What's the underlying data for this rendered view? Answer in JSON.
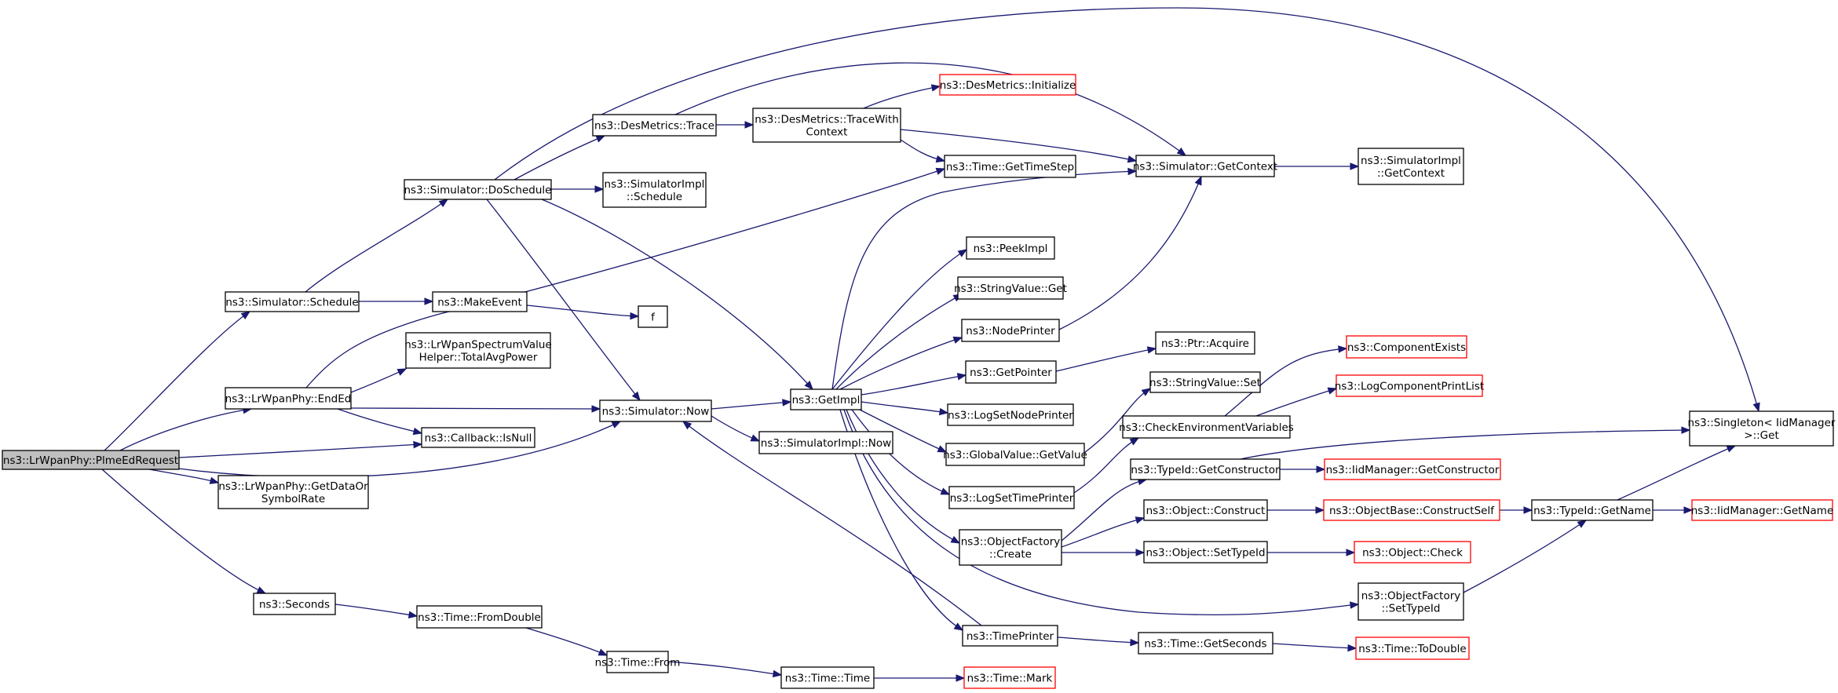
{
  "nodes": [
    {
      "id": "root",
      "label": [
        "ns3::LrWpanPhy::PlmeEdRequest"
      ],
      "style": "root"
    },
    {
      "id": "schedule",
      "label": [
        "ns3::Simulator::Schedule"
      ]
    },
    {
      "id": "ended",
      "label": [
        "ns3::LrWpanPhy::EndEd"
      ]
    },
    {
      "id": "getdata",
      "label": [
        "ns3::LrWpanPhy::GetDataOr",
        "SymbolRate"
      ]
    },
    {
      "id": "seconds",
      "label": [
        "ns3::Seconds"
      ]
    },
    {
      "id": "doschedule",
      "label": [
        "ns3::Simulator::DoSchedule"
      ]
    },
    {
      "id": "makeevent",
      "label": [
        "ns3::MakeEvent"
      ]
    },
    {
      "id": "totalavg",
      "label": [
        "ns3::LrWpanSpectrumValue",
        "Helper::TotalAvgPower"
      ]
    },
    {
      "id": "isnull",
      "label": [
        "ns3::Callback::IsNull"
      ]
    },
    {
      "id": "now",
      "label": [
        "ns3::Simulator::Now"
      ]
    },
    {
      "id": "fromdouble",
      "label": [
        "ns3::Time::FromDouble"
      ]
    },
    {
      "id": "desmtrace",
      "label": [
        "ns3::DesMetrics::Trace"
      ]
    },
    {
      "id": "simimplsched",
      "label": [
        "ns3::SimulatorImpl",
        "::Schedule"
      ]
    },
    {
      "id": "f",
      "label": [
        "f"
      ]
    },
    {
      "id": "getimpl",
      "label": [
        "ns3::GetImpl"
      ]
    },
    {
      "id": "simimplnow",
      "label": [
        "ns3::SimulatorImpl::Now"
      ]
    },
    {
      "id": "timefrom",
      "label": [
        "ns3::Time::From"
      ]
    },
    {
      "id": "tracewith",
      "label": [
        "ns3::DesMetrics::TraceWith",
        "Context"
      ]
    },
    {
      "id": "desinit",
      "label": [
        "ns3::DesMetrics::Initialize"
      ],
      "style": "red"
    },
    {
      "id": "gettimestep",
      "label": [
        "ns3::Time::GetTimeStep"
      ]
    },
    {
      "id": "peekimpl",
      "label": [
        "ns3::PeekImpl"
      ]
    },
    {
      "id": "strvalget",
      "label": [
        "ns3::StringValue::Get"
      ]
    },
    {
      "id": "nodeprinter",
      "label": [
        "ns3::NodePrinter"
      ]
    },
    {
      "id": "getpointer",
      "label": [
        "ns3::GetPointer"
      ]
    },
    {
      "id": "logsetnode",
      "label": [
        "ns3::LogSetNodePrinter"
      ]
    },
    {
      "id": "globalget",
      "label": [
        "ns3::GlobalValue::GetValue"
      ]
    },
    {
      "id": "logsettime",
      "label": [
        "ns3::LogSetTimePrinter"
      ]
    },
    {
      "id": "objfactcreate",
      "label": [
        "ns3::ObjectFactory",
        "::Create"
      ]
    },
    {
      "id": "timeprinter",
      "label": [
        "ns3::TimePrinter"
      ]
    },
    {
      "id": "timetime",
      "label": [
        "ns3::Time::Time"
      ]
    },
    {
      "id": "getcontext",
      "label": [
        "ns3::Simulator::GetContext"
      ]
    },
    {
      "id": "ptracquire",
      "label": [
        "ns3::Ptr::Acquire"
      ]
    },
    {
      "id": "strvalset",
      "label": [
        "ns3::StringValue::Set"
      ]
    },
    {
      "id": "checkenv",
      "label": [
        "ns3::CheckEnvironmentVariables"
      ]
    },
    {
      "id": "typeidgetctor",
      "label": [
        "ns3::TypeId::GetConstructor"
      ]
    },
    {
      "id": "objconstruct",
      "label": [
        "ns3::Object::Construct"
      ]
    },
    {
      "id": "objsettypeid",
      "label": [
        "ns3::Object::SetTypeId"
      ]
    },
    {
      "id": "timegetsec",
      "label": [
        "ns3::Time::GetSeconds"
      ]
    },
    {
      "id": "timemark",
      "label": [
        "ns3::Time::Mark"
      ],
      "style": "red"
    },
    {
      "id": "simimplctx",
      "label": [
        "ns3::SimulatorImpl",
        "::GetContext"
      ]
    },
    {
      "id": "compexists",
      "label": [
        "ns3::ComponentExists"
      ],
      "style": "red"
    },
    {
      "id": "logcompprint",
      "label": [
        "ns3::LogComponentPrintList"
      ],
      "style": "red"
    },
    {
      "id": "iidgetctor",
      "label": [
        "ns3::IidManager::GetConstructor"
      ],
      "style": "red"
    },
    {
      "id": "objbasector",
      "label": [
        "ns3::ObjectBase::ConstructSelf"
      ],
      "style": "red"
    },
    {
      "id": "objcheck",
      "label": [
        "ns3::Object::Check"
      ],
      "style": "red"
    },
    {
      "id": "objfactsettid",
      "label": [
        "ns3::ObjectFactory",
        "::SetTypeId"
      ]
    },
    {
      "id": "timetodouble",
      "label": [
        "ns3::Time::ToDouble"
      ],
      "style": "red"
    },
    {
      "id": "typeidgetname",
      "label": [
        "ns3::TypeId::GetName"
      ]
    },
    {
      "id": "singleton",
      "label": [
        "ns3::Singleton< IidManager",
        ">::Get"
      ]
    },
    {
      "id": "iidgetname",
      "label": [
        "ns3::IidManager::GetName"
      ],
      "style": "red"
    }
  ],
  "edges": [
    [
      "root",
      "schedule"
    ],
    [
      "root",
      "ended"
    ],
    [
      "root",
      "isnull"
    ],
    [
      "root",
      "now"
    ],
    [
      "root",
      "getdata"
    ],
    [
      "root",
      "seconds"
    ],
    [
      "schedule",
      "doschedule"
    ],
    [
      "schedule",
      "makeevent"
    ],
    [
      "doschedule",
      "desmtrace"
    ],
    [
      "doschedule",
      "simimplsched"
    ],
    [
      "doschedule",
      "getimpl"
    ],
    [
      "doschedule",
      "now"
    ],
    [
      "doschedule",
      "singleton"
    ],
    [
      "desmtrace",
      "tracewith"
    ],
    [
      "desmtrace",
      "getcontext"
    ],
    [
      "tracewith",
      "desinit"
    ],
    [
      "tracewith",
      "gettimestep"
    ],
    [
      "tracewith",
      "getcontext"
    ],
    [
      "getcontext",
      "simimplctx"
    ],
    [
      "makeevent",
      "f"
    ],
    [
      "ended",
      "totalavg"
    ],
    [
      "ended",
      "isnull"
    ],
    [
      "ended",
      "now"
    ],
    [
      "ended",
      "gettimestep"
    ],
    [
      "now",
      "getimpl"
    ],
    [
      "now",
      "simimplnow"
    ],
    [
      "getimpl",
      "getcontext"
    ],
    [
      "getimpl",
      "peekimpl"
    ],
    [
      "getimpl",
      "strvalget"
    ],
    [
      "getimpl",
      "nodeprinter"
    ],
    [
      "getimpl",
      "getpointer"
    ],
    [
      "getimpl",
      "logsetnode"
    ],
    [
      "getimpl",
      "globalget"
    ],
    [
      "getimpl",
      "logsettime"
    ],
    [
      "getimpl",
      "objfactcreate"
    ],
    [
      "getimpl",
      "timeprinter"
    ],
    [
      "getimpl",
      "objfactsettid"
    ],
    [
      "nodeprinter",
      "getcontext"
    ],
    [
      "getpointer",
      "ptracquire"
    ],
    [
      "globalget",
      "strvalset"
    ],
    [
      "logsettime",
      "checkenv"
    ],
    [
      "checkenv",
      "compexists"
    ],
    [
      "checkenv",
      "logcompprint"
    ],
    [
      "objfactcreate",
      "typeidgetctor"
    ],
    [
      "objfactcreate",
      "objconstruct"
    ],
    [
      "objfactcreate",
      "objsettypeid"
    ],
    [
      "typeidgetctor",
      "iidgetctor"
    ],
    [
      "typeidgetctor",
      "singleton"
    ],
    [
      "objconstruct",
      "objbasector"
    ],
    [
      "objbasector",
      "typeidgetname"
    ],
    [
      "objsettypeid",
      "objcheck"
    ],
    [
      "objfactsettid",
      "typeidgetname"
    ],
    [
      "typeidgetname",
      "iidgetname"
    ],
    [
      "typeidgetname",
      "singleton"
    ],
    [
      "timeprinter",
      "now"
    ],
    [
      "timeprinter",
      "timegetsec"
    ],
    [
      "timegetsec",
      "timetodouble"
    ],
    [
      "seconds",
      "fromdouble"
    ],
    [
      "fromdouble",
      "timefrom"
    ],
    [
      "timefrom",
      "timetime"
    ],
    [
      "timetime",
      "timemark"
    ]
  ]
}
